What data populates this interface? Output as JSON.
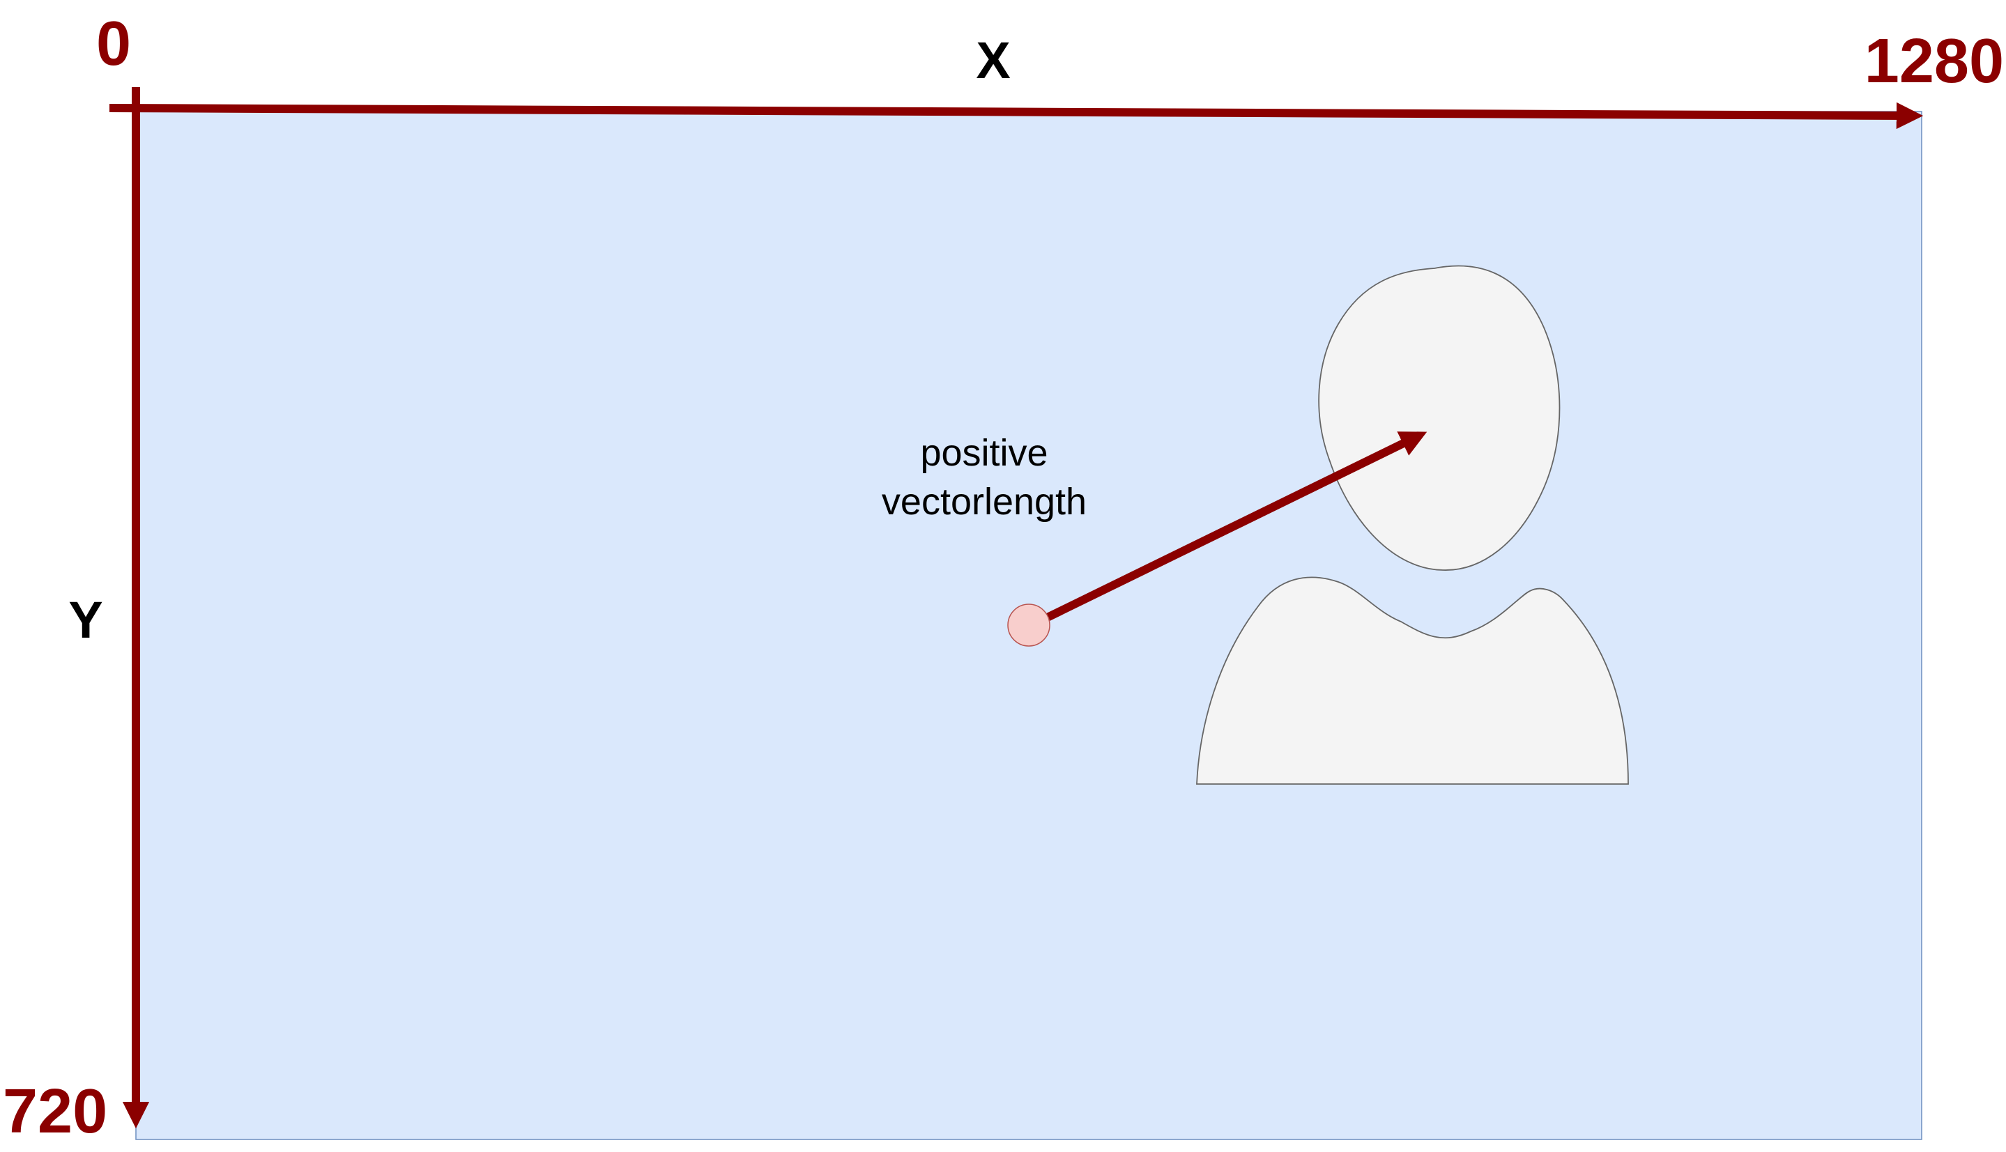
{
  "axes": {
    "x_name": "X",
    "y_name": "Y",
    "origin_label": "0",
    "x_max_label": "1280",
    "y_max_label": "720"
  },
  "vector": {
    "label_line1": "positive",
    "label_line2": "vectorlength"
  },
  "colors": {
    "canvas_fill": "#dae8fc",
    "canvas_stroke": "#6c8ebf",
    "axis": "#8b0000",
    "person_fill": "#f4f4f4",
    "person_stroke": "#666666",
    "point_fill": "#f8cecc",
    "point_stroke": "#b85450"
  },
  "icons": {
    "person": "person-silhouette-icon",
    "point": "gaze-origin-point"
  }
}
